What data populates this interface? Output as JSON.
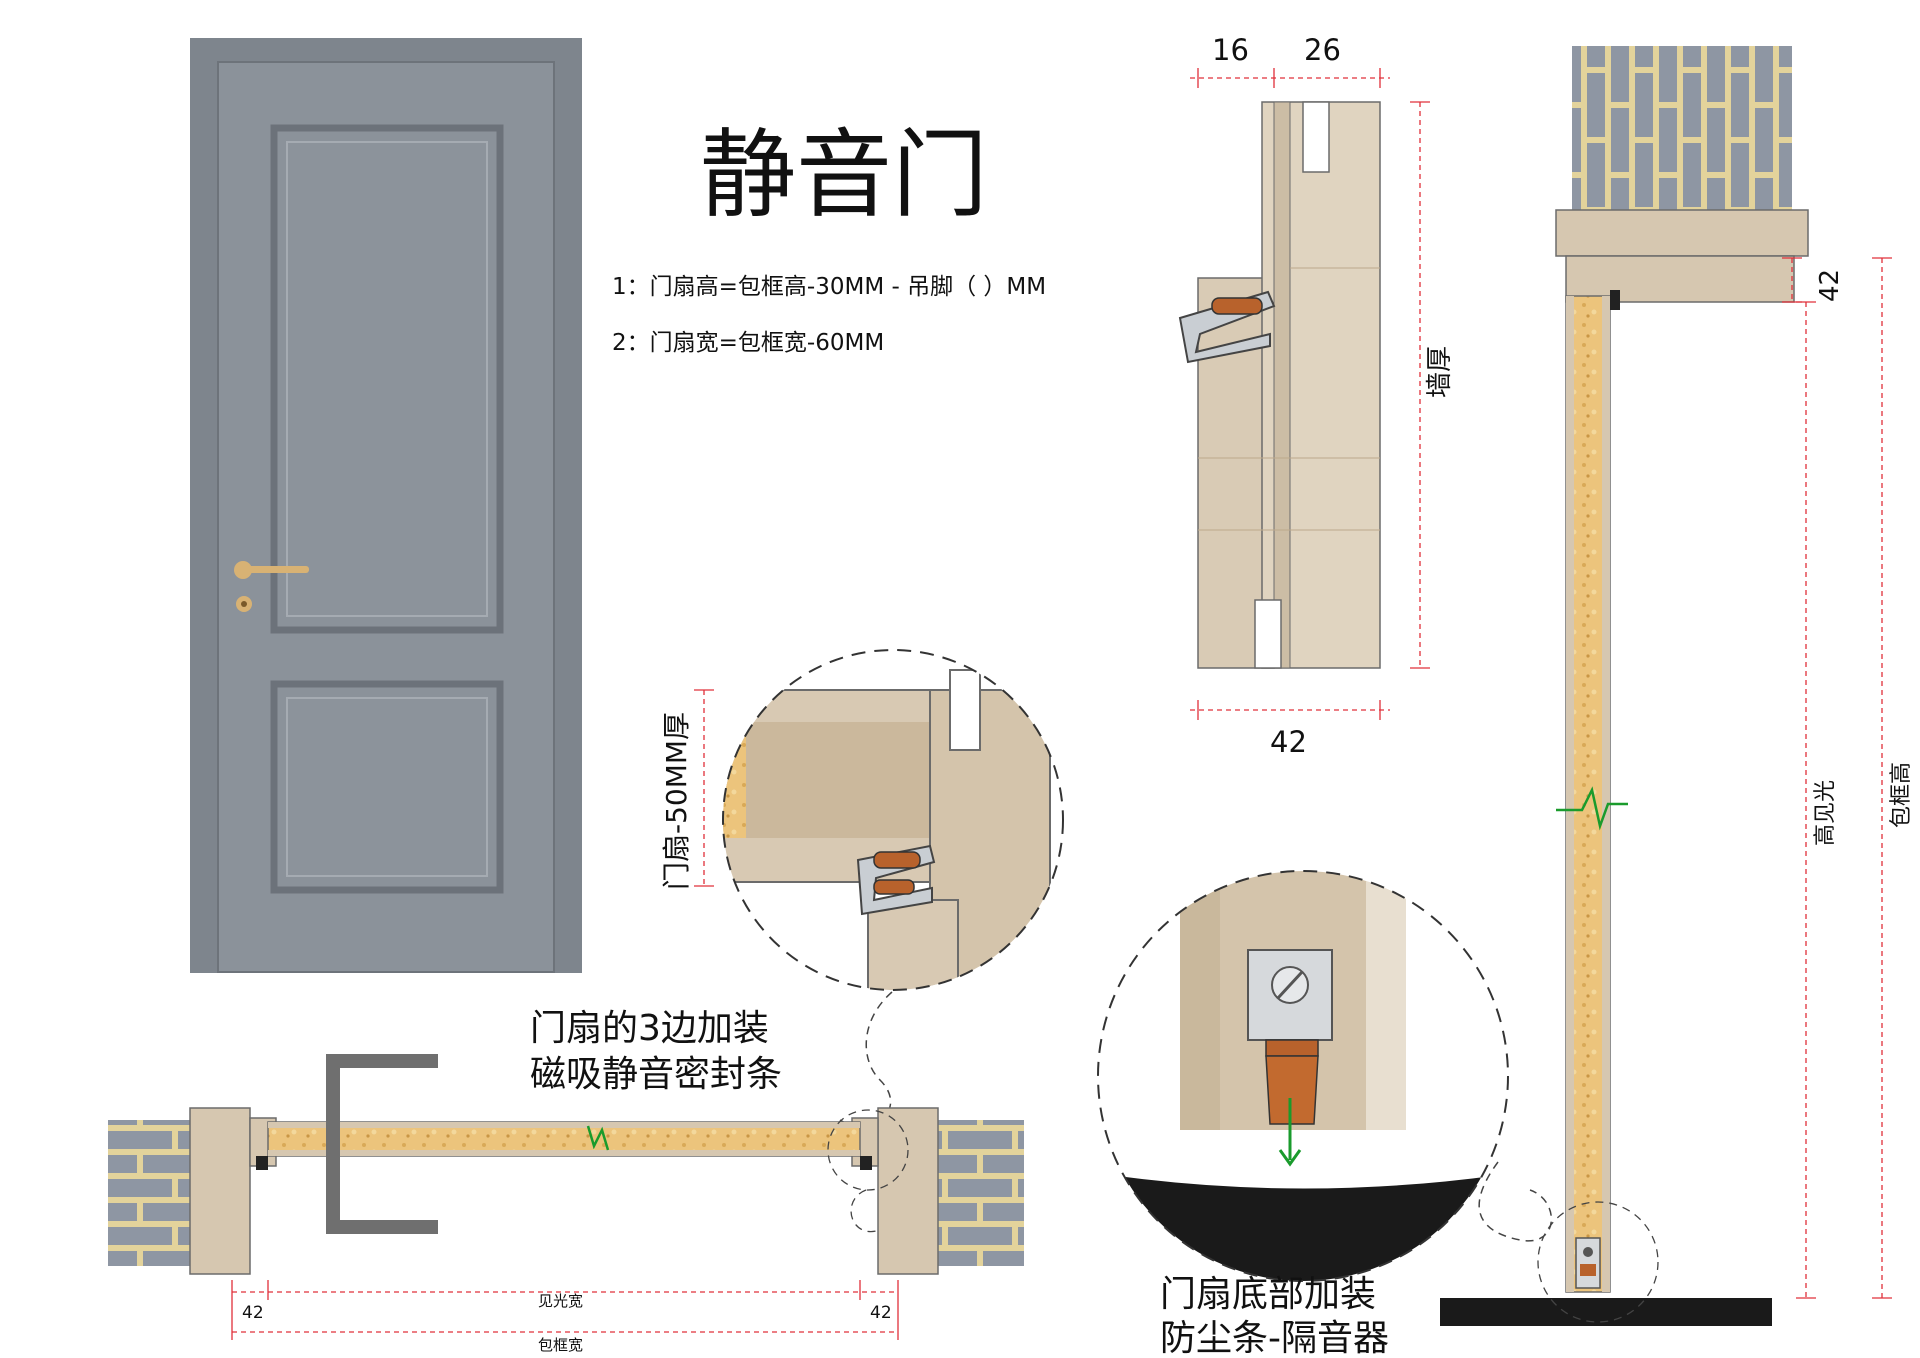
{
  "title": "静音门",
  "notes": [
    "1：门扇高=包框高-30MM - 吊脚（     ）MM",
    "2：门扇宽=包框宽-60MM"
  ],
  "dims": {
    "d16": "16",
    "d26": "26",
    "d42_frame": "42",
    "wall_thickness": "墙厚",
    "d42_top": "42",
    "clear_height": "高见光",
    "frame_height": "包框高",
    "d42_left": "42",
    "d42_right": "42",
    "clear_width": "见光宽",
    "frame_width": "包框宽",
    "leaf_thickness": "门扇-50MM厚"
  },
  "callouts": {
    "magnetic_seal": [
      "门扇的3边加装",
      "磁吸静音密封条"
    ],
    "bottom_seal": [
      "门扇底部加装",
      "防尘条-隔音器"
    ]
  },
  "colors": {
    "door": "#7e858d",
    "wood": "#d8c9b3",
    "core": "#e8c27a",
    "brick": "#8e96a3",
    "mortar": "#e3d39b",
    "dim": "#e0303a",
    "seal": "#b8622c",
    "floor": "#1a1a1a"
  }
}
